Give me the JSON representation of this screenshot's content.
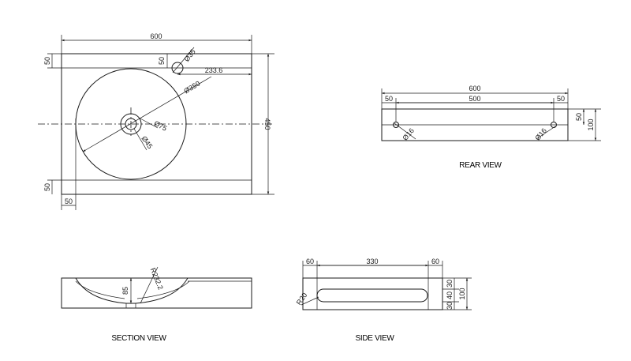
{
  "views": {
    "top": {
      "width": "600",
      "depth": "450",
      "margin_top": "50",
      "margin_side": "50",
      "margin_bottom": "50",
      "tap_hole_dia": "Ø35",
      "tap_hole_offset_v": "50",
      "tap_hole_offset_h": "233.6",
      "basin_dia": "Ø350",
      "drain_dia": "Ø75",
      "drain_inner_dia": "Ø45"
    },
    "rear": {
      "title": "REAR VIEW",
      "width": "600",
      "inner_span": "500",
      "left_offset": "50",
      "right_offset": "50",
      "height": "100",
      "hole_height": "50",
      "hole_left": "Ø16",
      "hole_right": "Ø16"
    },
    "section": {
      "title": "SECTION VIEW",
      "depth": "85",
      "radius": "R232.2"
    },
    "side": {
      "title": "SIDE VIEW",
      "left": "60",
      "slot_length": "330",
      "right": "60",
      "top": "30",
      "middle": "40",
      "bottom": "30",
      "height": "100",
      "radius": "R20"
    }
  }
}
